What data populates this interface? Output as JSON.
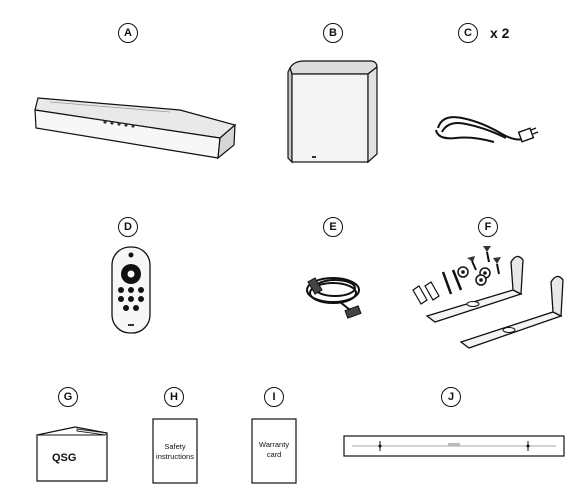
{
  "items": [
    {
      "letter": "A",
      "component": "soundbar",
      "icon": "soundbar-icon"
    },
    {
      "letter": "B",
      "component": "subwoofer",
      "icon": "subwoofer-icon"
    },
    {
      "letter": "C",
      "component": "power cord",
      "icon": "power-cord-icon",
      "quantity": "x 2"
    },
    {
      "letter": "D",
      "component": "remote control",
      "icon": "remote-control-icon"
    },
    {
      "letter": "E",
      "component": "HDMI cable",
      "icon": "hdmi-cable-icon"
    },
    {
      "letter": "F",
      "component": "wall mount brackets and screws",
      "icon": "wall-mount-kit-icon"
    },
    {
      "letter": "G",
      "component": "quick start guide",
      "icon": "booklet-icon",
      "label": "QSG"
    },
    {
      "letter": "H",
      "component": "safety instructions",
      "icon": "leaflet-icon",
      "label": "Safety instructions"
    },
    {
      "letter": "I",
      "component": "warranty card",
      "icon": "card-icon",
      "label": "Warranty card"
    },
    {
      "letter": "J",
      "component": "wall mount template",
      "icon": "template-icon"
    }
  ]
}
